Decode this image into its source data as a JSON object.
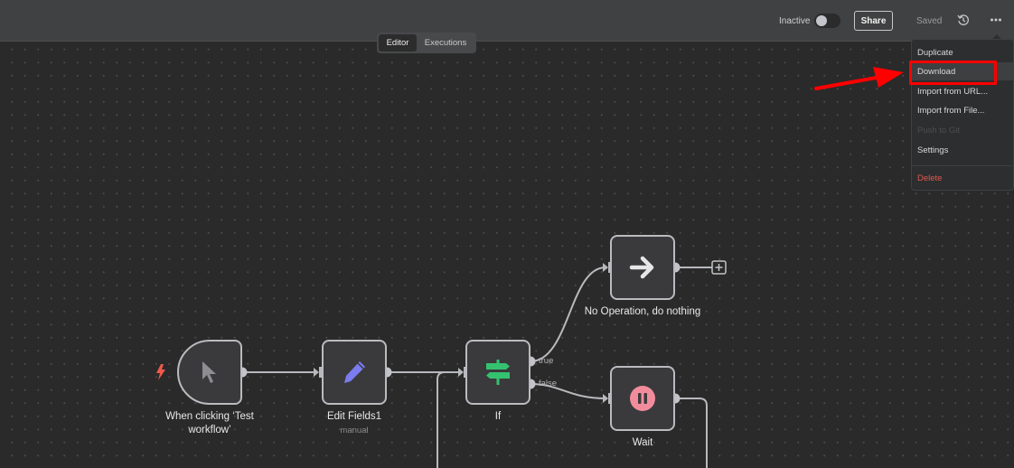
{
  "header": {
    "active_label": "Inactive",
    "active_toggle_on": false,
    "share_label": "Share",
    "saved_label": "Saved",
    "history_icon": "history-icon",
    "more_icon": "more-horizontal-icon"
  },
  "tabs": [
    {
      "label": "Editor",
      "active": true
    },
    {
      "label": "Executions",
      "active": false
    }
  ],
  "menu": {
    "items": [
      {
        "label": "Duplicate",
        "state": "normal"
      },
      {
        "label": "Download",
        "state": "highlighted"
      },
      {
        "label": "Import from URL...",
        "state": "normal"
      },
      {
        "label": "Import from File...",
        "state": "normal"
      },
      {
        "label": "Push to Git",
        "state": "disabled"
      },
      {
        "label": "Settings",
        "state": "normal"
      },
      {
        "label": "Delete",
        "state": "danger"
      }
    ]
  },
  "annotation": {
    "color": "#ff0000",
    "target": "Download"
  },
  "workflow": {
    "nodes": [
      {
        "id": "trigger",
        "label": "When clicking ‘Test workflow’",
        "icon": "cursor-pointer-icon",
        "trigger_icon": "lightning-bolt-icon"
      },
      {
        "id": "edit",
        "label": "Edit Fields1",
        "subtitle": "manual",
        "icon": "pencil-icon",
        "icon_color": "#7b7cf0"
      },
      {
        "id": "if",
        "label": "If",
        "icon": "signpost-icon",
        "icon_color": "#35c26f",
        "outputs": [
          "true",
          "false"
        ]
      },
      {
        "id": "noop",
        "label": "No Operation, do nothing",
        "icon": "arrow-right-icon"
      },
      {
        "id": "wait",
        "label": "Wait",
        "icon": "pause-circle-icon",
        "icon_color": "#f28c9c"
      }
    ],
    "add_node_icon": "plus-square-icon"
  }
}
